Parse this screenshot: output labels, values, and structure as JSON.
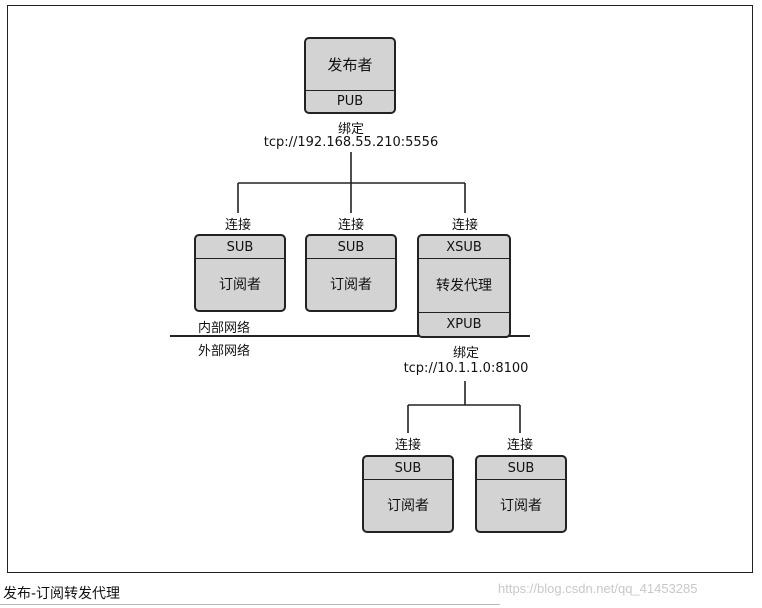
{
  "diagram": {
    "publisher": {
      "name": "发布者",
      "socket": "PUB",
      "bind_label": "绑定",
      "bind_address": "tcp://192.168.55.210:5556"
    },
    "connect_label": "连接",
    "inner_subscribers": [
      {
        "socket": "SUB",
        "name": "订阅者"
      },
      {
        "socket": "SUB",
        "name": "订阅者"
      }
    ],
    "proxy": {
      "input_socket": "XSUB",
      "name": "转发代理",
      "output_socket": "XPUB",
      "bind_label": "绑定",
      "bind_address": "tcp://10.1.1.0:8100"
    },
    "network": {
      "inner": "内部网络",
      "outer": "外部网络"
    },
    "outer_subscribers": [
      {
        "socket": "SUB",
        "name": "订阅者"
      },
      {
        "socket": "SUB",
        "name": "订阅者"
      }
    ]
  },
  "caption": "发布-订阅转发代理",
  "watermark": "https://blog.csdn.net/qq_41453285"
}
